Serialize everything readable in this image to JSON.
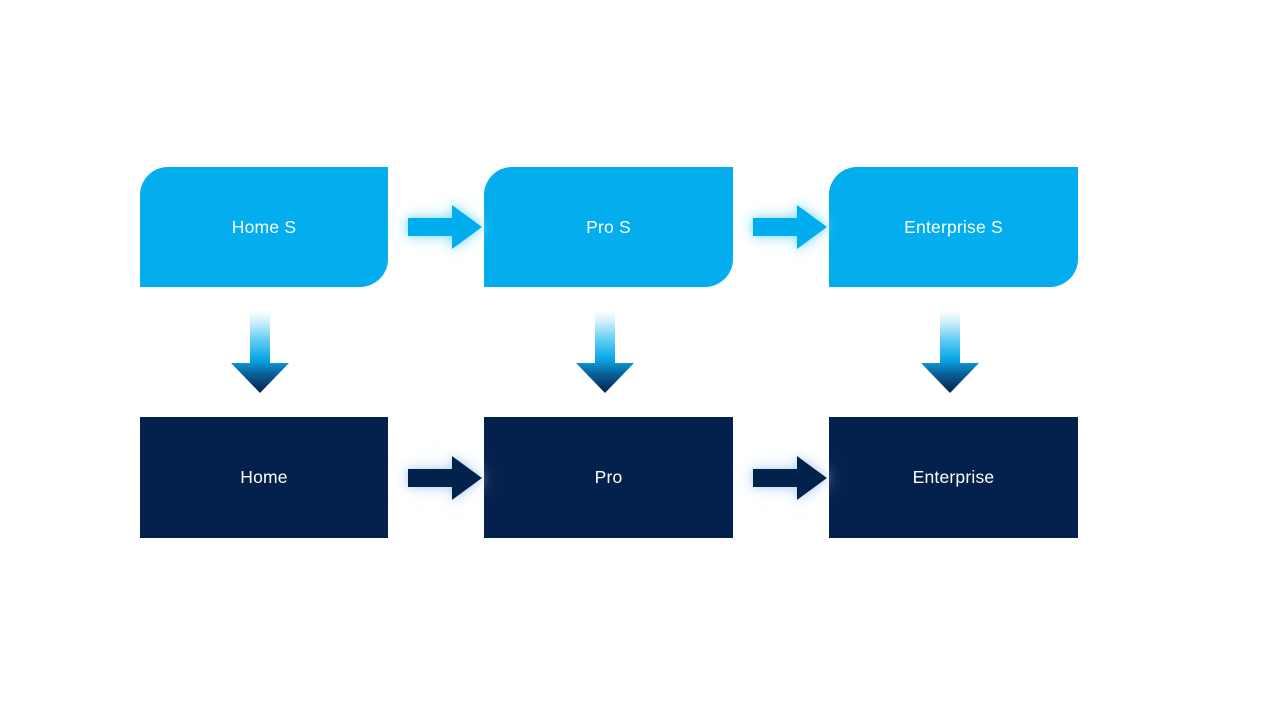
{
  "diagram": {
    "title": "Product tier progression flow",
    "background_color": "#ffffff",
    "colors": {
      "light_tier": "#03adee",
      "dark_tier": "#04214e",
      "label_text": "#ffffff",
      "light_arrow_fill": "#03adee",
      "light_arrow_glow": "#8fe0fb",
      "dark_arrow_fill": "#04214e",
      "dark_arrow_glow": "#bcd9f2",
      "down_arrow_gradient_start": "#ffffff",
      "down_arrow_gradient_mid": "#17b3ee",
      "down_arrow_gradient_end": "#041f4a"
    },
    "rows": [
      {
        "id": "top-row",
        "tier": "light",
        "nodes": [
          {
            "id": "home-s",
            "label": "Home S"
          },
          {
            "id": "pro-s",
            "label": "Pro S"
          },
          {
            "id": "enterprise-s",
            "label": "Enterprise S"
          }
        ]
      },
      {
        "id": "bottom-row",
        "tier": "dark",
        "nodes": [
          {
            "id": "home",
            "label": "Home"
          },
          {
            "id": "pro",
            "label": "Pro"
          },
          {
            "id": "enterprise",
            "label": "Enterprise"
          }
        ]
      }
    ],
    "connectors": {
      "top_horizontal": [
        {
          "id": "home-s-to-pro-s",
          "direction": "right",
          "style": "light"
        },
        {
          "id": "pro-s-to-enterprise-s",
          "direction": "right",
          "style": "light"
        }
      ],
      "bottom_horizontal": [
        {
          "id": "home-to-pro",
          "direction": "right",
          "style": "dark"
        },
        {
          "id": "pro-to-enterprise",
          "direction": "right",
          "style": "dark"
        }
      ],
      "vertical": [
        {
          "id": "home-s-to-home",
          "direction": "down",
          "style": "gradient"
        },
        {
          "id": "pro-s-to-pro",
          "direction": "down",
          "style": "gradient"
        },
        {
          "id": "enterprise-s-to-enterprise",
          "direction": "down",
          "style": "gradient"
        }
      ]
    }
  }
}
